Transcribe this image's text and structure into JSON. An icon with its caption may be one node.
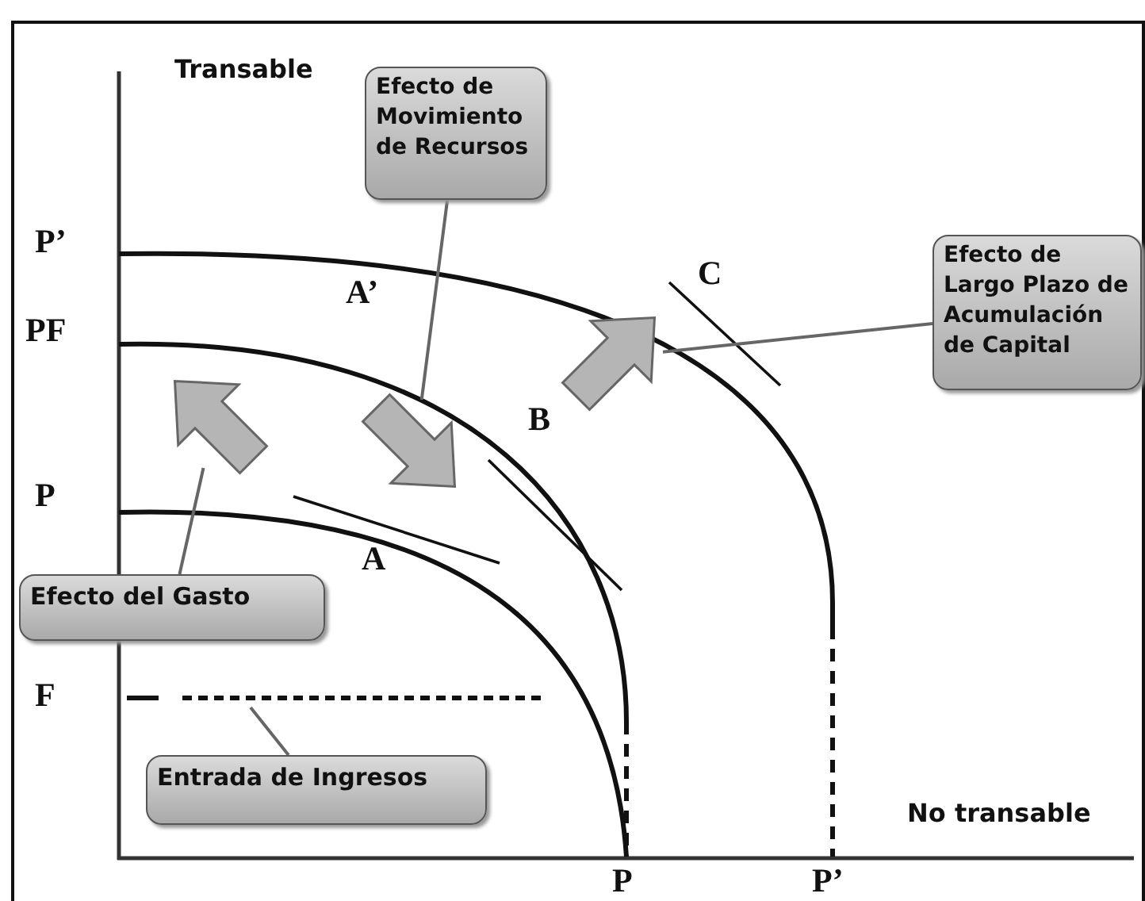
{
  "diagram": {
    "nodes": [
      {
        "text": [
          "Efecto de Movimiento de Recursos"
        ]
      },
      {
        "text": [
          "Efecto de Largo Plazo de Acumulación de Capital"
        ]
      },
      {
        "text": [
          "Efecto del Gasto"
        ]
      },
      {
        "text": [
          "Entrada de Ingresos"
        ]
      },
      {
        "text": [],
        "shape": "arrow"
      },
      {
        "text": [],
        "shape": "arrow"
      },
      {
        "text": [],
        "shape": "arrow"
      }
    ],
    "edges": [
      {
        "from": 0,
        "to": 5,
        "arrow": "none"
      },
      {
        "from": 1,
        "to": 6,
        "arrow": "none"
      },
      {
        "from": 2,
        "to": 4,
        "arrow": "none"
      },
      {
        "from": 3,
        "to": null,
        "arrow": "none"
      }
    ],
    "labels": [
      "Transable",
      "P’",
      "PF",
      "A’",
      "C",
      "B",
      "P",
      "A",
      "F",
      "No transable",
      "P",
      "P’"
    ]
  }
}
